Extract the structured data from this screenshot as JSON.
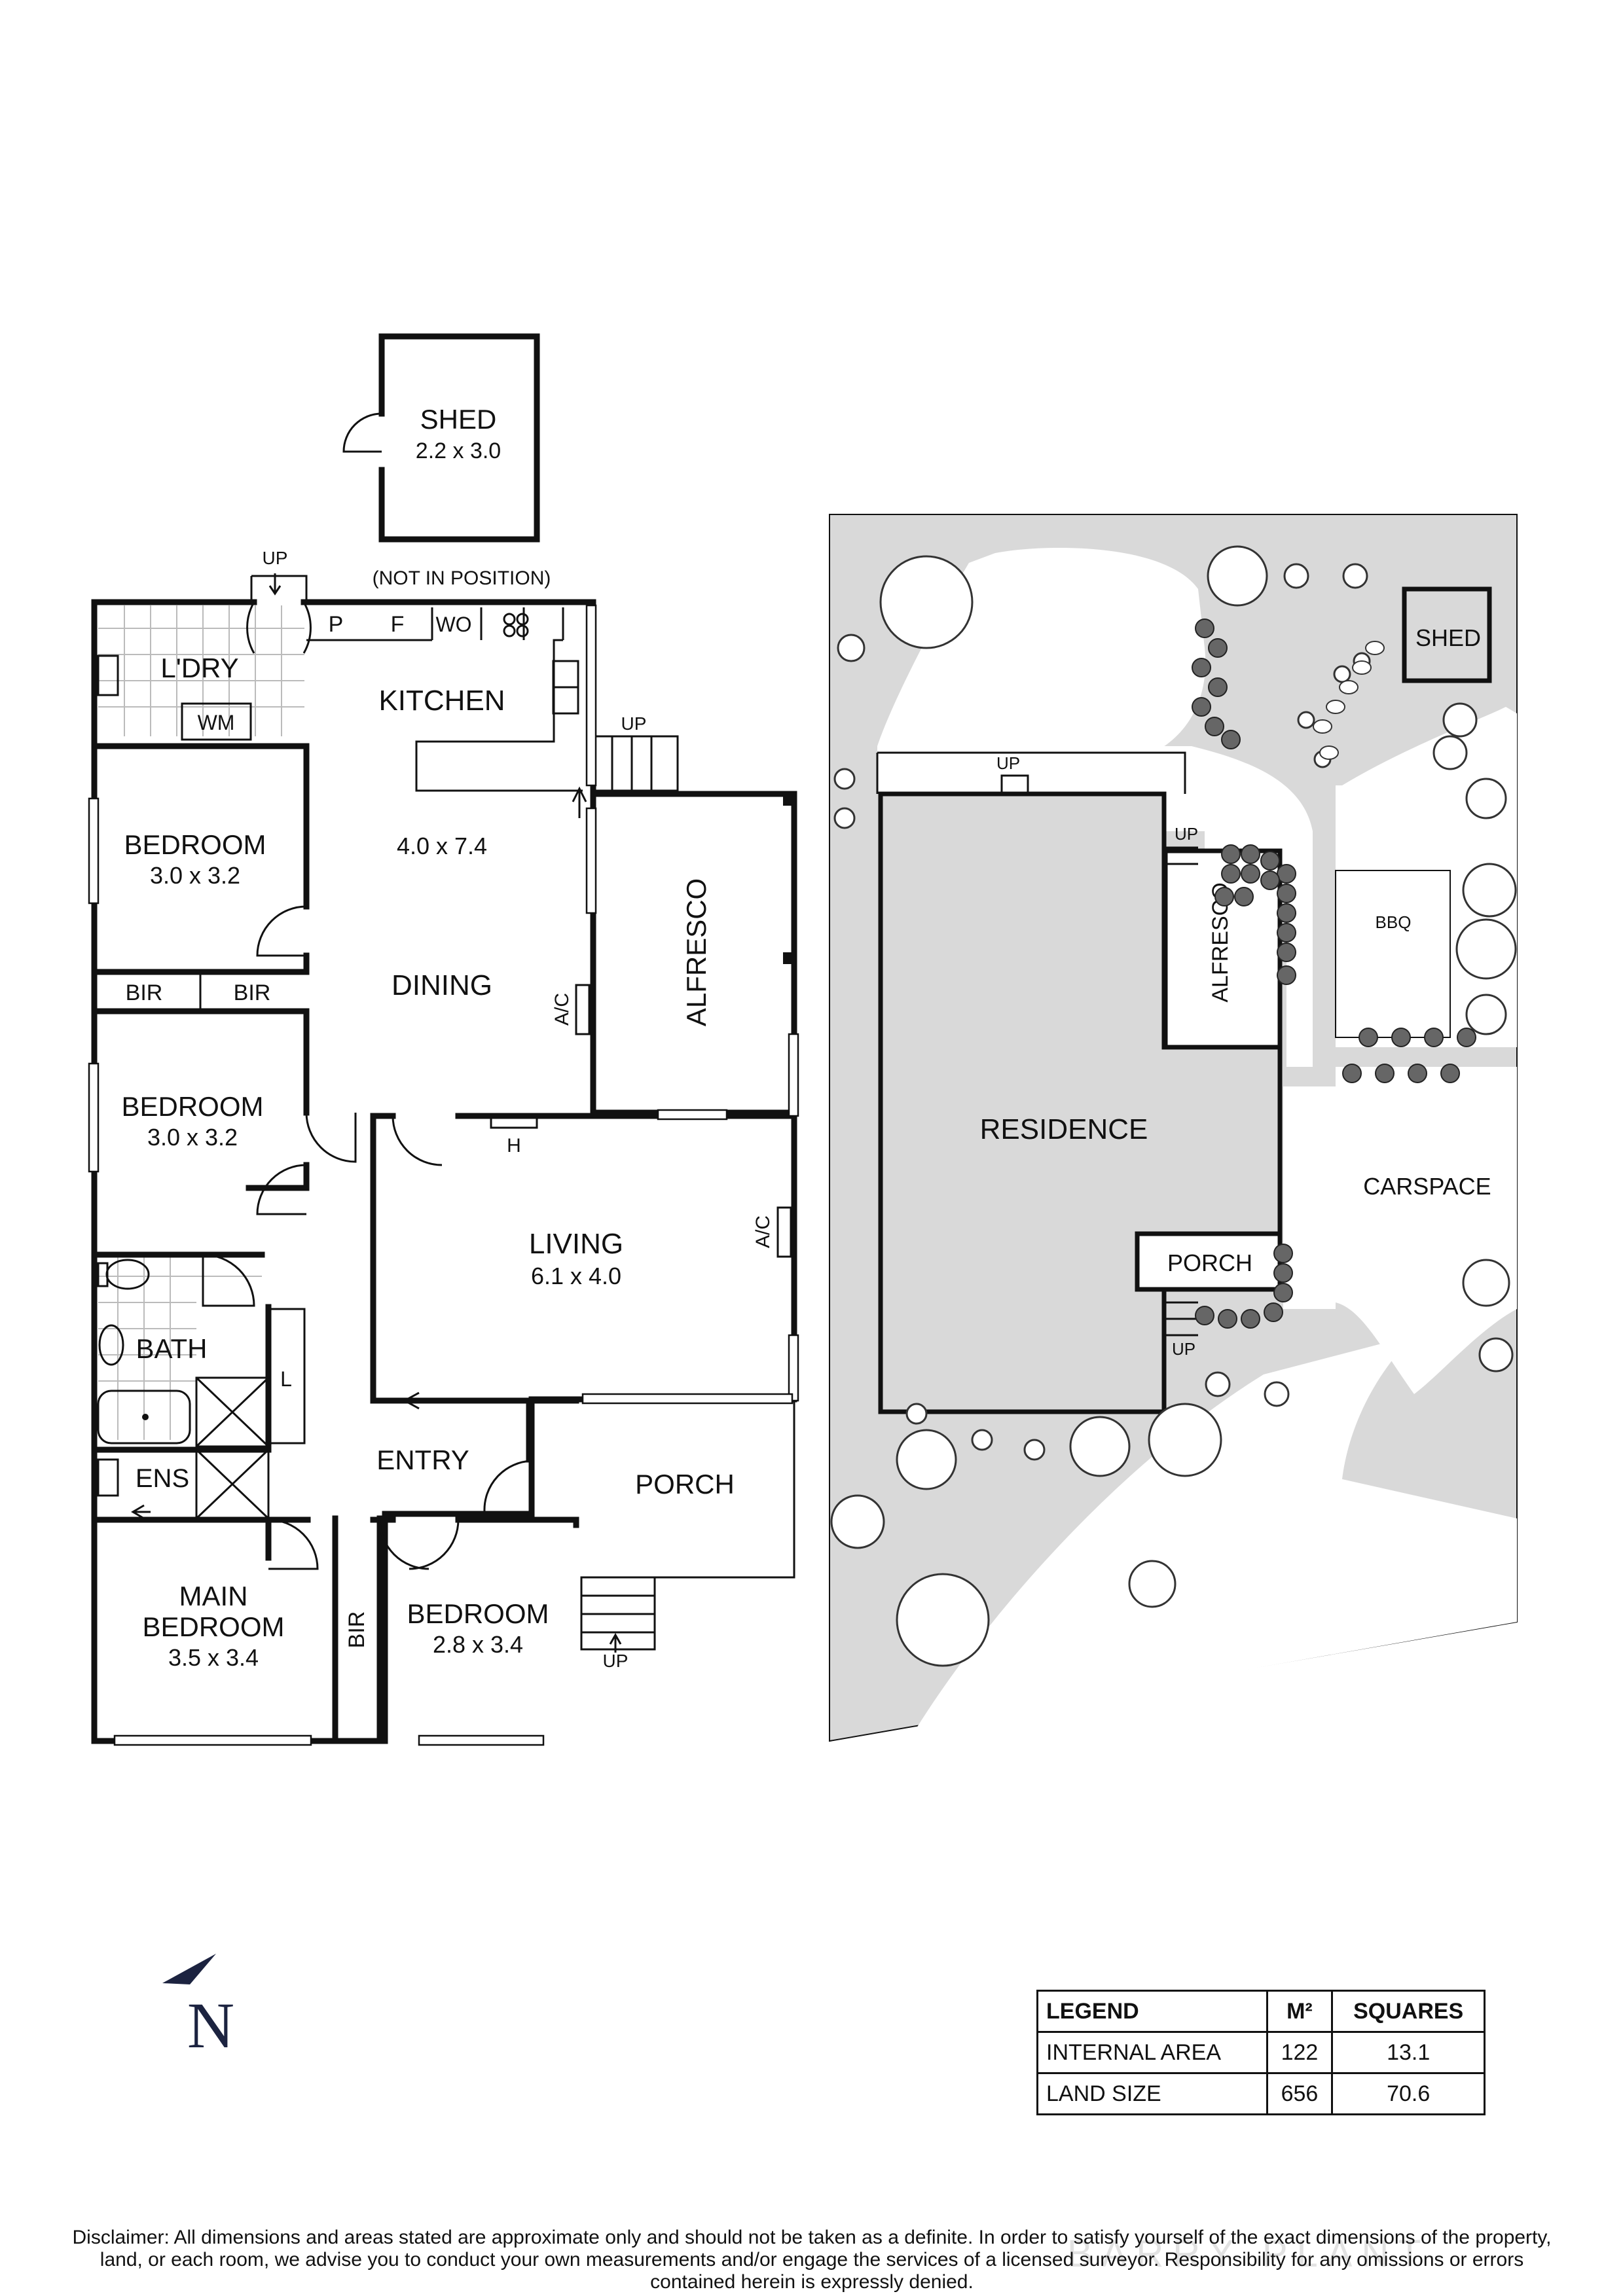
{
  "rooms": {
    "shed_label": "SHED",
    "shed_size": "2.2 x 3.0",
    "not_in_position": "(NOT IN POSITION)",
    "laundry": "L'DRY",
    "washing_machine": "WM",
    "pantry": "P",
    "fridge": "F",
    "wall_oven": "WO",
    "kitchen": "KITCHEN",
    "dining_size": "4.0 x 7.4",
    "dining": "DINING",
    "alfresco": "ALFRESCO",
    "bedroom_1": "BEDROOM",
    "bedroom_1_size": "3.0 x 3.2",
    "bir": "BIR",
    "bedroom_2": "BEDROOM",
    "bedroom_2_size": "3.0 x 3.2",
    "ac": "A/C",
    "heater": "H",
    "living": "LIVING",
    "living_size": "6.1 x 4.0",
    "bath": "BATH",
    "linen": "L",
    "ensuite": "ENS",
    "entry": "ENTRY",
    "porch": "PORCH",
    "main_bedroom_line1": "MAIN",
    "main_bedroom_line2": "BEDROOM",
    "main_bedroom_size": "3.5 x 3.4",
    "bedroom_3": "BEDROOM",
    "bedroom_3_size": "2.8 x 3.4",
    "up": "UP"
  },
  "site": {
    "shed": "SHED",
    "up": "UP",
    "alfresco": "ALFRESCO",
    "bbq": "BBQ",
    "residence": "RESIDENCE",
    "carspace": "CARSPACE",
    "porch": "PORCH"
  },
  "compass": {
    "label": "N"
  },
  "legend": {
    "headers": [
      "LEGEND",
      "M²",
      "SQUARES"
    ],
    "rows": [
      [
        "INTERNAL AREA",
        "122",
        "13.1"
      ],
      [
        "LAND SIZE",
        "656",
        "70.6"
      ]
    ]
  },
  "disclaimer": "Disclaimer: All dimensions and areas stated are approximate only and should not be taken as a definite. In order to satisfy yourself of the exact dimensions of the property, land, or each room, we advise you to conduct your own measurements and/or engage the services of a licensed surveyor. Responsibility for any omissions or errors contained herein is expressly denied.",
  "watermark": "BARRY PLANT",
  "colors": {
    "ink": "#111111",
    "ground": "#d9d9d9",
    "compass": "#1c2340"
  }
}
